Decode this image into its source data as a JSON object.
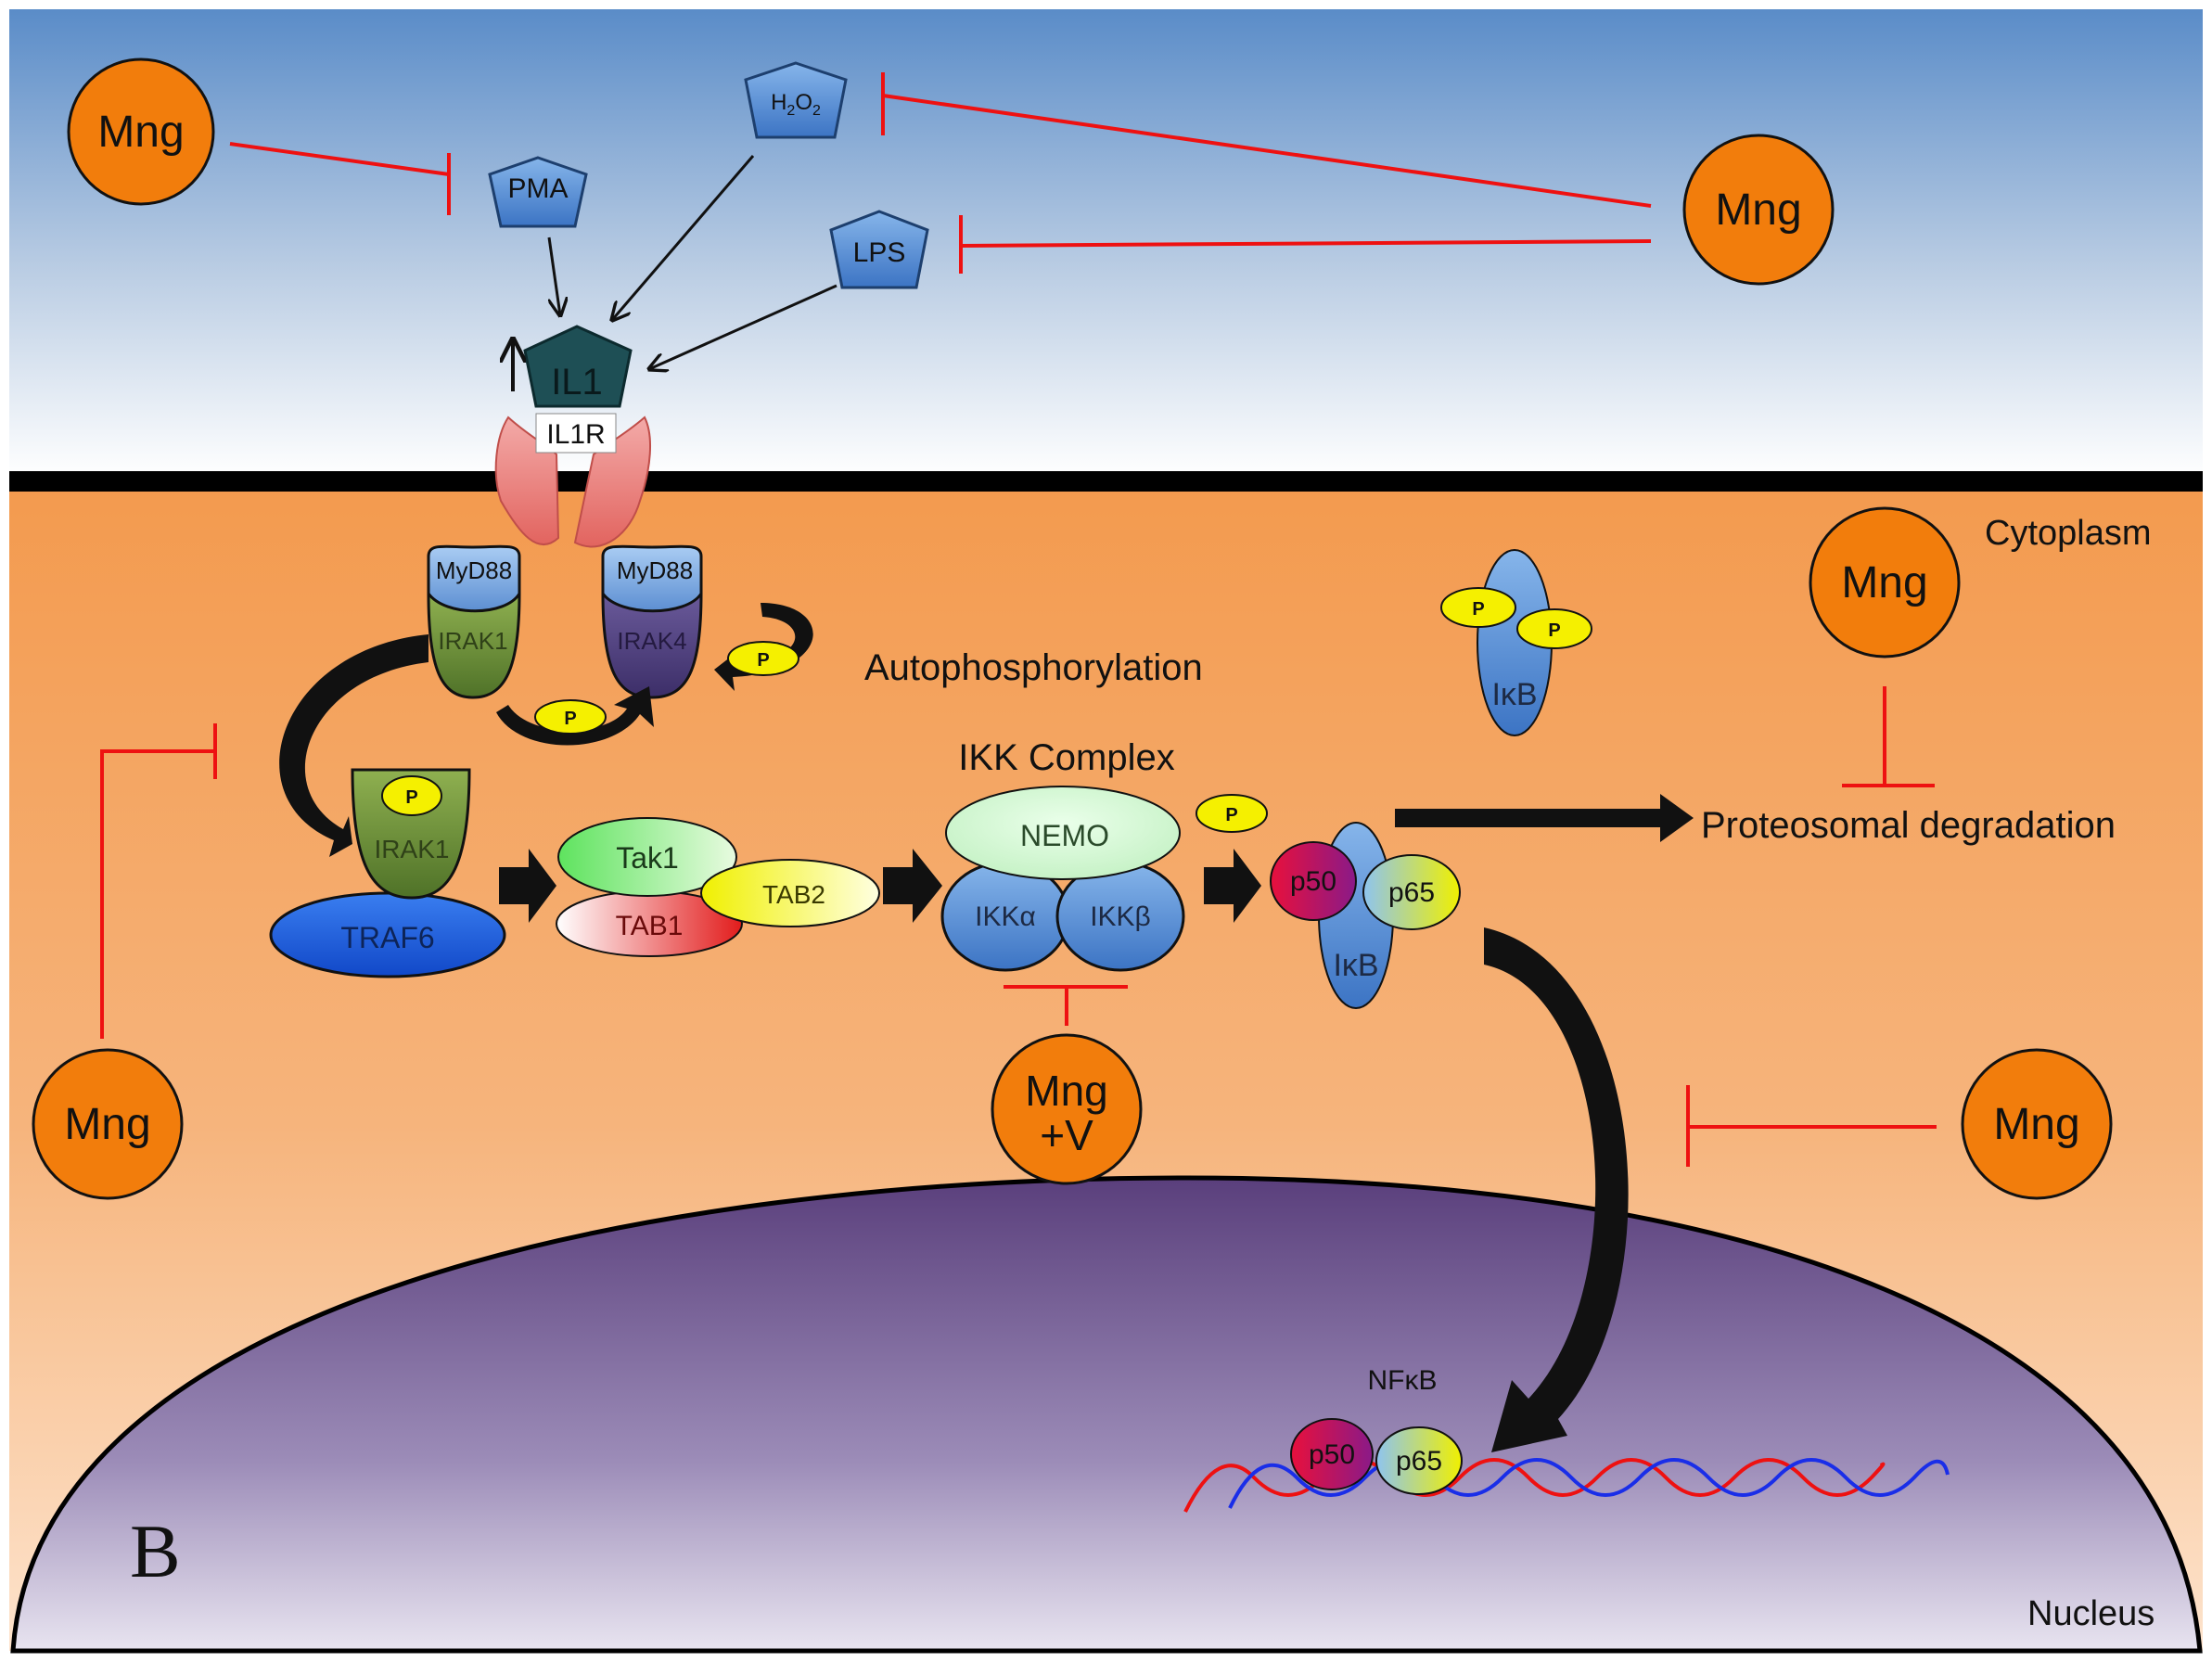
{
  "inhibitors": {
    "mng_label": "Mng",
    "mng_v_line1": "Mng",
    "mng_v_line2": "+V"
  },
  "ligands": {
    "pma": "PMA",
    "h2o2": "H",
    "h2o2_sub1": "2",
    "h2o2_mid": "O",
    "h2o2_sub2": "2",
    "lps": "LPS",
    "il1": "IL1"
  },
  "receptor": {
    "il1r": "IL1R",
    "myd88_left": "MyD88",
    "myd88_right": "MyD88",
    "irak1": "IRAK1",
    "irak4": "IRAK4"
  },
  "phospho_label": "P",
  "labels": {
    "autophosphorylation": "Autophosphorylation",
    "cytoplasm": "Cytoplasm",
    "ikk_complex": "IKK Complex",
    "proteosomal_degradation": "Proteosomal degradation",
    "nfkb": "NFκB",
    "nucleus": "Nucleus",
    "panel_letter": "B"
  },
  "complexes": {
    "irak1": "IRAK1",
    "traf6": "TRAF6",
    "tak1": "Tak1",
    "tab1": "TAB1",
    "tab2": "TAB2",
    "nemo": "NEMO",
    "ikka": "IKKα",
    "ikkb": "IKKβ",
    "p50": "p50",
    "p65": "p65",
    "ikb": "IκB",
    "ikb_free": "IκB",
    "nuc_p50": "p50",
    "nuc_p65": "p65"
  },
  "colors": {
    "inhibition": "#ee1111",
    "mng": "#f27d0c",
    "ligand": "#5e9ad9",
    "il1": "#1e4f55",
    "membrane": "#000000",
    "dna_red": "#ee1111",
    "dna_blue": "#1a2ee8"
  }
}
